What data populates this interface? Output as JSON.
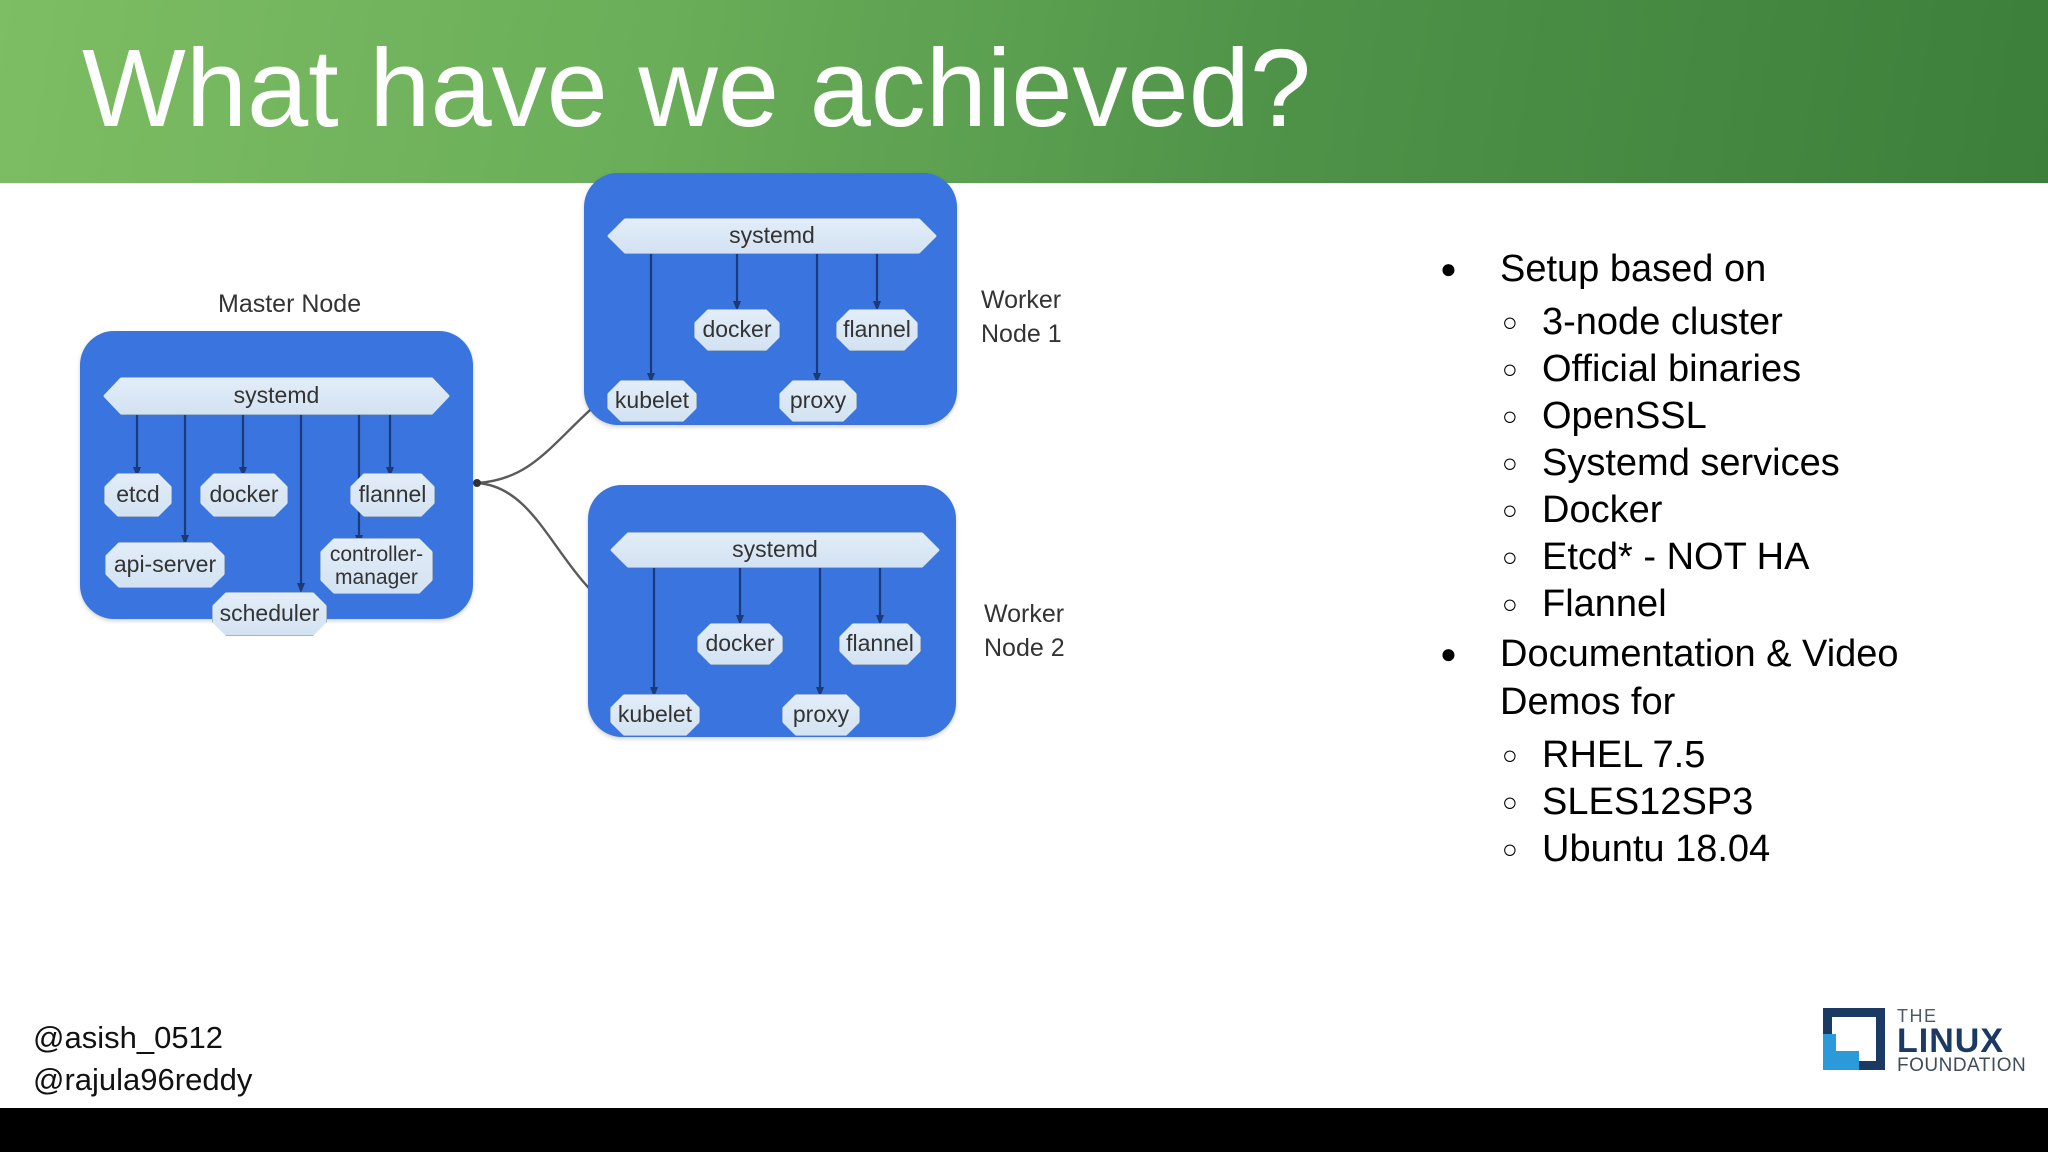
{
  "slide": {
    "title": "What have we achieved?"
  },
  "diagram": {
    "master": {
      "caption": "Master Node",
      "root": "systemd",
      "services": [
        "etcd",
        "docker",
        "flannel",
        "api-server",
        "controller-manager",
        "scheduler"
      ]
    },
    "workers": [
      {
        "caption_line1": "Worker",
        "caption_line2": "Node 1",
        "root": "systemd",
        "services": [
          "docker",
          "flannel",
          "kubelet",
          "proxy"
        ]
      },
      {
        "caption_line1": "Worker",
        "caption_line2": "Node 2",
        "root": "systemd",
        "services": [
          "docker",
          "flannel",
          "kubelet",
          "proxy"
        ]
      }
    ],
    "colors": {
      "node_blue": "#3a74de",
      "service_fill": "#d9e6f4",
      "service_border": "#9fb6d0",
      "arrow": "#1b3a78"
    }
  },
  "bullets": [
    {
      "mark": "●",
      "text": "Setup based on",
      "sub_mark": "○",
      "sub": [
        "3-node cluster",
        "Official binaries",
        "OpenSSL",
        "Systemd services",
        "Docker",
        "Etcd* - NOT HA",
        "Flannel"
      ]
    },
    {
      "mark": "●",
      "text": "Documentation & Video Demos for",
      "sub_mark": "○",
      "sub": [
        "RHEL 7.5",
        "SLES12SP3",
        "Ubuntu 18.04"
      ]
    }
  ],
  "footer": {
    "handle1": "@asish_0512",
    "handle2": "@rajula96reddy"
  },
  "logo": {
    "the": "THE",
    "name": "LINUX",
    "foundation": "FOUNDATION"
  },
  "theme": {
    "header_green_left": "#7dbd63",
    "header_green_right": "#3b7f3b",
    "black_bar": "#000000"
  }
}
